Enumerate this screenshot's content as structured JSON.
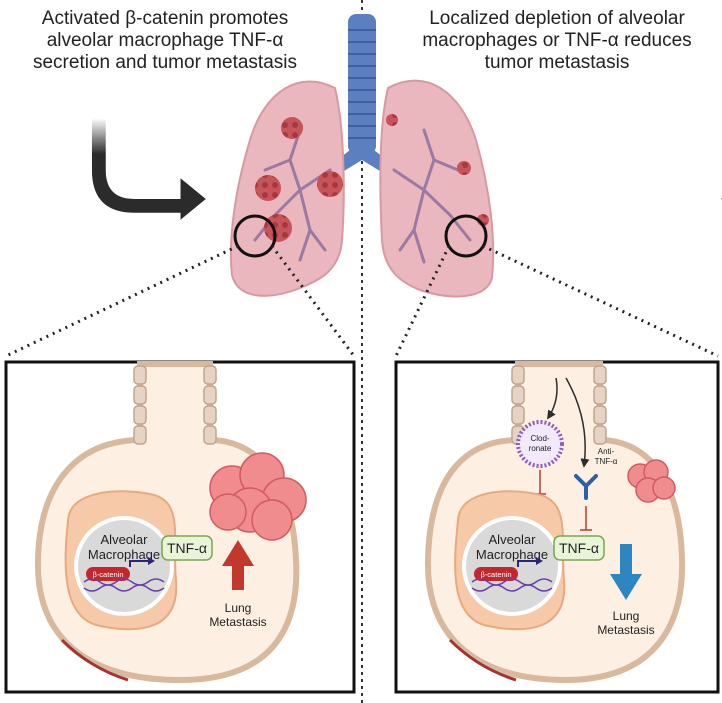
{
  "left_panel": {
    "heading_lines": [
      "Activated β-catenin promotes",
      "alveolar macrophage TNF-α",
      "secretion and tumor metastasis"
    ],
    "cell_label_lines": [
      "Alveolar",
      "Macrophage"
    ],
    "gene_label": "β-catenin",
    "cytokine_label": "TNF-α",
    "outcome_lines": [
      "Lung",
      "Metastasis"
    ],
    "outcome_arrow_color": "#c0392b"
  },
  "right_panel": {
    "heading_lines": [
      "Localized depletion of alveolar",
      "macrophages or TNF-α reduces",
      "tumor metastasis"
    ],
    "clodronate_lines": [
      "Clod-",
      "ronate"
    ],
    "antibody_lines": [
      "Anti-",
      "TNF-α"
    ],
    "cell_label_lines": [
      "Alveolar",
      "Macrophage"
    ],
    "gene_label": "β-catenin",
    "cytokine_label": "TNF-α",
    "outcome_lines": [
      "Lung",
      "Metastasis"
    ],
    "outcome_arrow_color": "#2e86c1"
  },
  "colors": {
    "lung": "#e9b7bd",
    "trachea": "#5b7fbf",
    "tumor": "#c7545a",
    "alveolus": "#fdf0e2",
    "macrophage": "#f6c9a8",
    "nucleus": "#d9d9d9",
    "gene_box": "#c2272d",
    "cytokine_box": "#e8f5d8",
    "pointer_arrow": "#2b2b2b"
  }
}
